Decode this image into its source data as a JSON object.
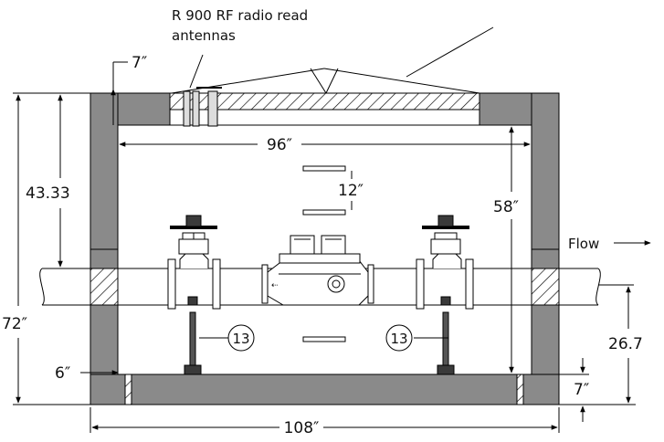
{
  "labels": {
    "antenna_line1": "R 900 RF radio read",
    "antenna_line2": "antennas",
    "flow": "Flow",
    "dim_top_slab": "7″",
    "dim_interior_width": "96″",
    "dim_43": "43.33",
    "dim_12": "12″",
    "dim_58": "58″",
    "dim_72": "72″",
    "dim_6": "6″",
    "dim_26_7": "26.7",
    "dim_7_bottom": "7″",
    "dim_108": "108″",
    "support_left": "13",
    "support_right": "13"
  },
  "colors": {
    "wall": "#8a8a8a",
    "line": "#000000",
    "pipe": "#ffffff",
    "dark_part": "#3a3a3a"
  }
}
